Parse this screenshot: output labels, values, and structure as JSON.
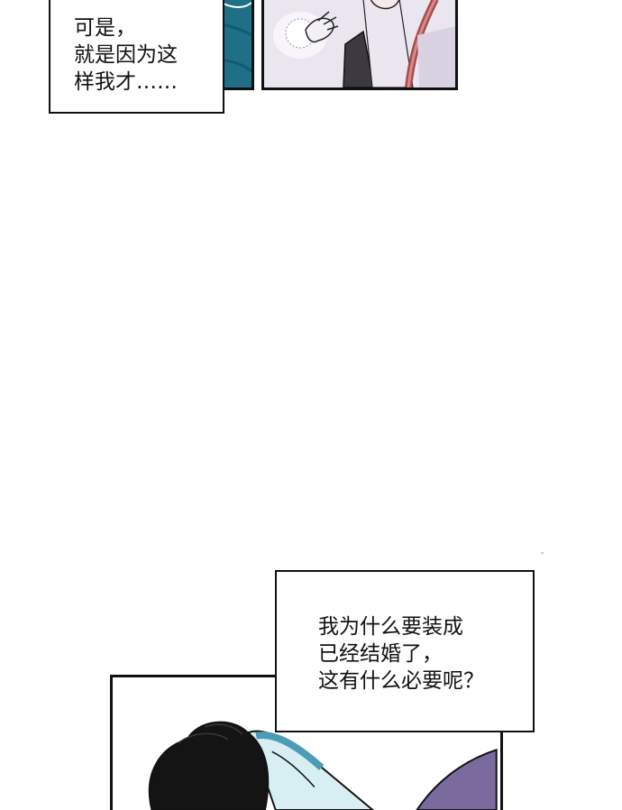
{
  "captions": {
    "top": {
      "lines": [
        "可是，",
        "就是因为这",
        "样我才……"
      ]
    },
    "bottom": {
      "lines": [
        "我为什么要装成",
        "已经结婚了，",
        "这有什么必要呢？"
      ]
    }
  },
  "colors": {
    "panel_border": "#111111",
    "teal_panel": "#1f6f86",
    "lavender_panel": "#e9e6ef",
    "purple_shape": "#7b6a9e",
    "hair_black": "#141414",
    "background": "#ffffff"
  }
}
